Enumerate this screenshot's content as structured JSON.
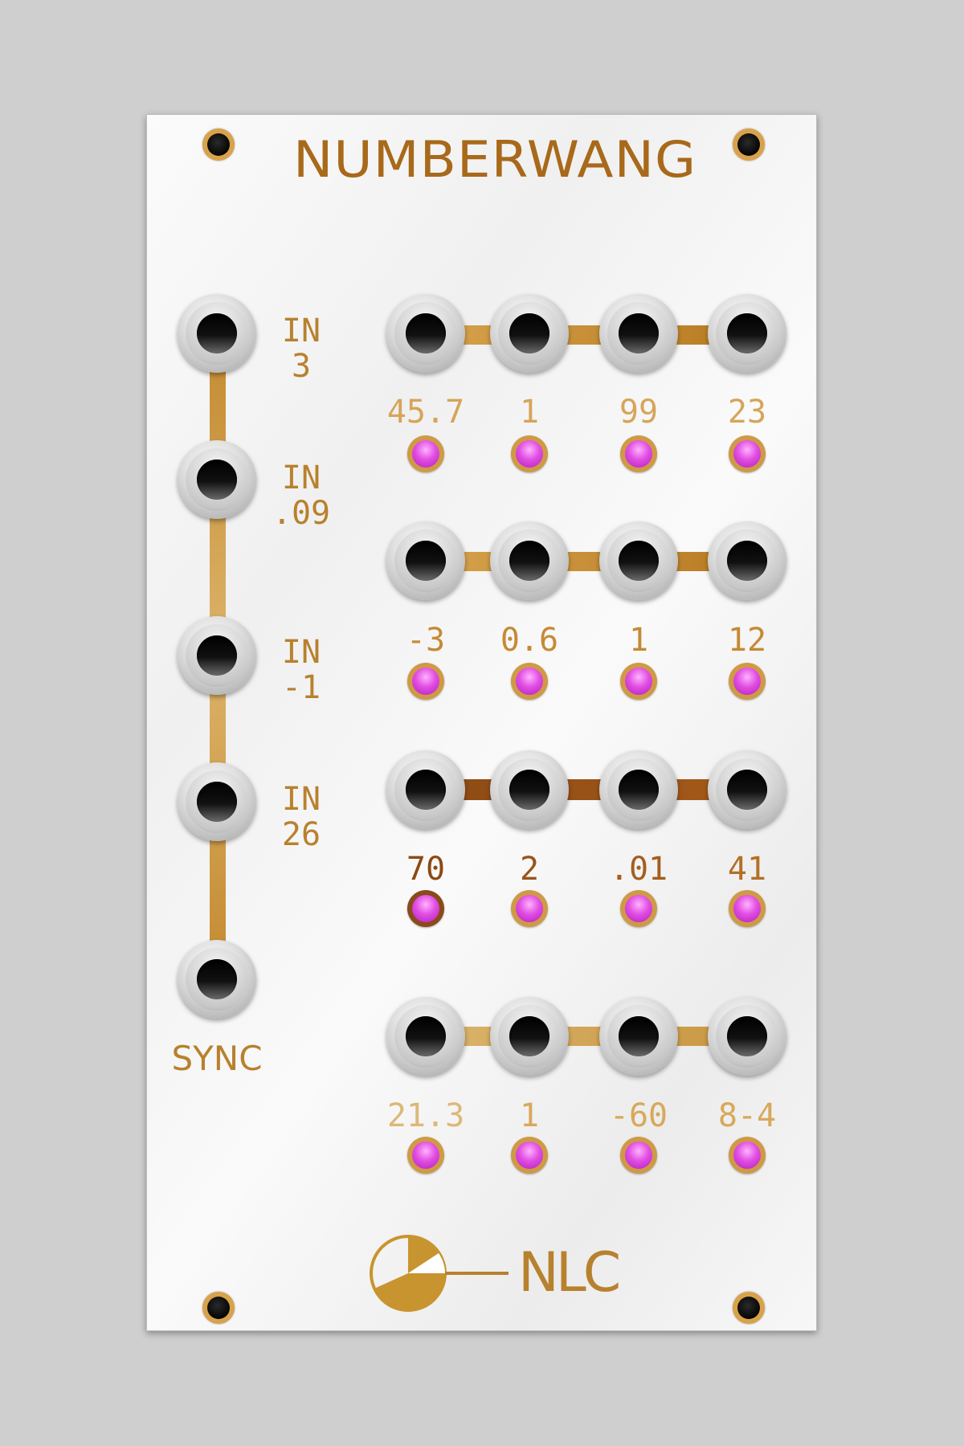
{
  "module": {
    "title": "NUMBERWANG",
    "brand": "NLC",
    "sync_label": "SYNC"
  },
  "inputs": [
    {
      "label_top": "IN",
      "label_bottom": "3"
    },
    {
      "label_top": "IN",
      "label_bottom": ".09"
    },
    {
      "label_top": "IN",
      "label_bottom": "-1"
    },
    {
      "label_top": "IN",
      "label_bottom": "26"
    }
  ],
  "output_rows": [
    {
      "values": [
        "45.7",
        "1",
        "99",
        "23"
      ]
    },
    {
      "values": [
        "-3",
        "0.6",
        "1",
        "12"
      ]
    },
    {
      "values": [
        "70",
        "2",
        ".01",
        "41"
      ]
    },
    {
      "values": [
        "21.3",
        "1",
        "-60",
        "8-4"
      ]
    }
  ],
  "colors": {
    "panel": "#f4f4f4",
    "gold": "#b8812e",
    "led": "#e14ee2"
  }
}
